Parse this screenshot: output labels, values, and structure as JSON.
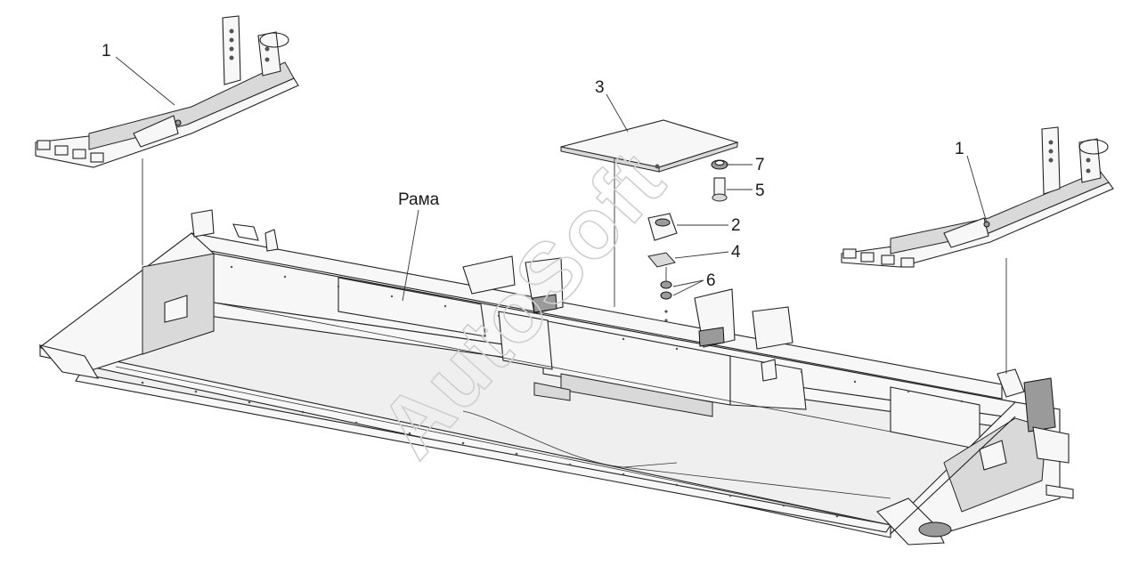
{
  "diagram": {
    "frame_label": "Рама",
    "watermark": "AutoSoft",
    "callouts": [
      {
        "id": "1",
        "part": "left-skid"
      },
      {
        "id": "1",
        "part": "right-skid"
      },
      {
        "id": "2",
        "part": "bracket"
      },
      {
        "id": "3",
        "part": "plate"
      },
      {
        "id": "4",
        "part": "washer-plate"
      },
      {
        "id": "5",
        "part": "bolt"
      },
      {
        "id": "6",
        "part": "nuts"
      },
      {
        "id": "7",
        "part": "top-nut"
      }
    ]
  }
}
